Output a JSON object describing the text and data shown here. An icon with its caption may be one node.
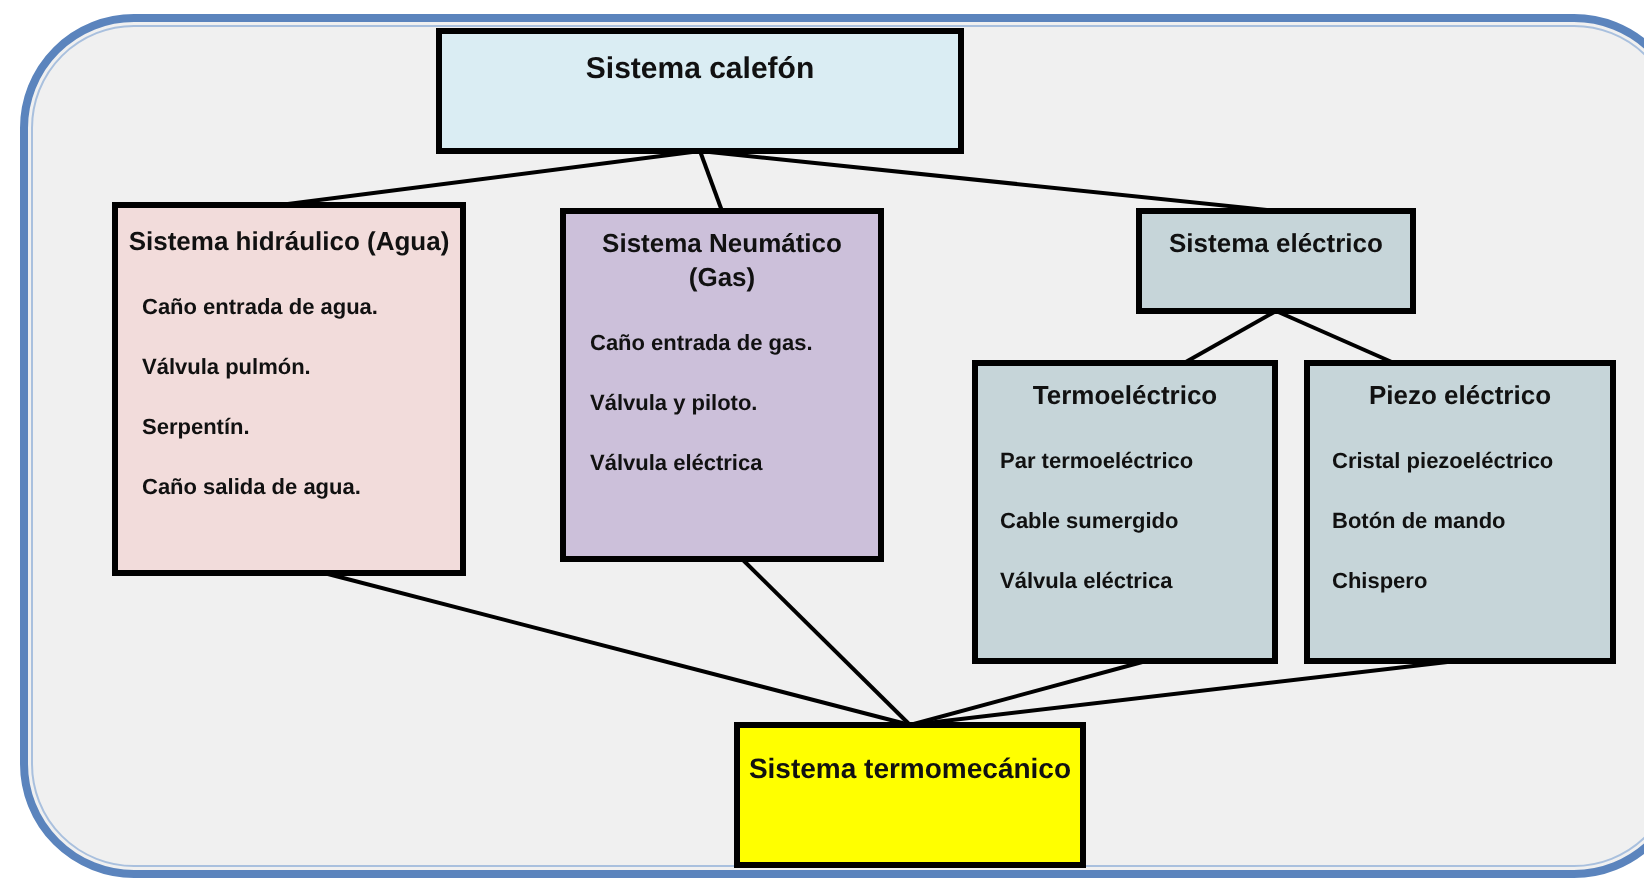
{
  "diagram": {
    "nodes": [
      {
        "text": [
          "Sistema calefón"
        ]
      },
      {
        "text": [
          "Sistema hidráulico (Agua)",
          "Caño entrada de agua.",
          "Válvula pulmón.",
          "Serpentín.",
          "Caño salida de agua."
        ]
      },
      {
        "text": [
          "Sistema Neumático (Gas)",
          "Caño entrada de gas.",
          "Válvula y piloto.",
          "Válvula eléctrica"
        ]
      },
      {
        "text": [
          "Sistema eléctrico"
        ]
      },
      {
        "text": [
          "Termoeléctrico",
          "Par termoeléctrico",
          "Cable sumergido",
          "Válvula eléctrica"
        ]
      },
      {
        "text": [
          "Piezo eléctrico",
          "Cristal piezoeléctrico",
          "Botón de mando",
          "Chispero"
        ]
      },
      {
        "text": [
          "Sistema termomecánico"
        ]
      }
    ],
    "edges": [
      {
        "from": 0,
        "to": 1,
        "arrow": "none"
      },
      {
        "from": 0,
        "to": 2,
        "arrow": "none"
      },
      {
        "from": 0,
        "to": 3,
        "arrow": "none"
      },
      {
        "from": 3,
        "to": 4,
        "arrow": "none"
      },
      {
        "from": 3,
        "to": 5,
        "arrow": "none"
      },
      {
        "from": 1,
        "to": 6,
        "arrow": "none"
      },
      {
        "from": 2,
        "to": 6,
        "arrow": "none"
      },
      {
        "from": 4,
        "to": 6,
        "arrow": "none"
      },
      {
        "from": 5,
        "to": 6,
        "arrow": "none"
      }
    ]
  }
}
